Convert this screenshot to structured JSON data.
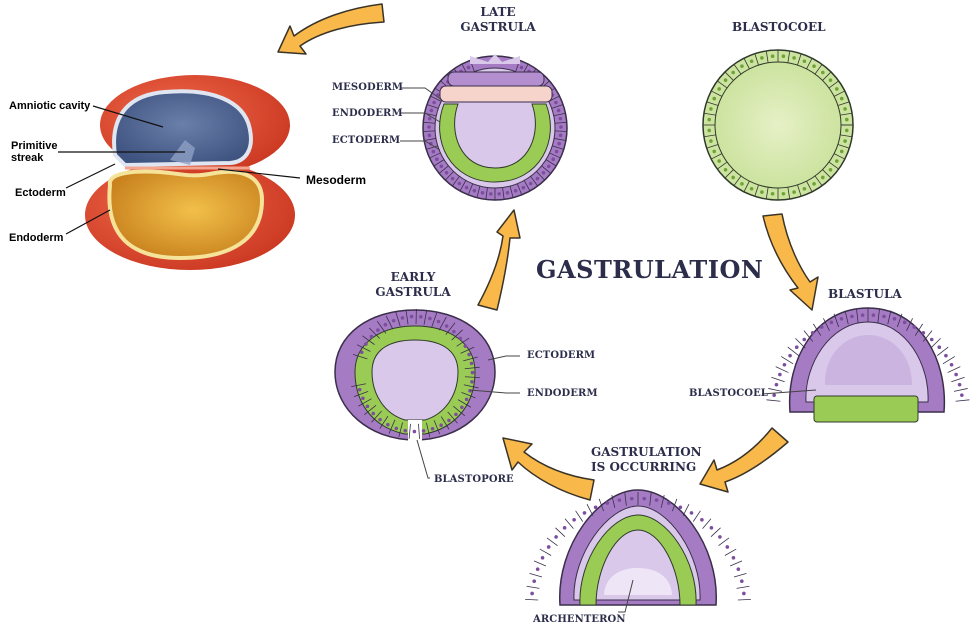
{
  "title": "GASTRULATION",
  "colors": {
    "text": "#2b2d4a",
    "arrow": "#f8b84a",
    "ectoderm_purple": "#a57cc4",
    "cavity_lilac": "#d9c8ea",
    "endoderm_green": "#9acc55",
    "mesoderm_pink": "#f7d4cb",
    "blastocoel_green": "#cde3a0",
    "embryo_red": "#e14a33",
    "amniotic_blue": "#5a6f9a",
    "yolk_orange": "#e2a22e"
  },
  "embryo": {
    "labels": {
      "amniotic_cavity": "Amniotic cavity",
      "primitive_streak_line1": "Primitive",
      "primitive_streak_line2": "streak",
      "ectoderm": "Ectoderm",
      "endoderm": "Endoderm",
      "mesoderm": "Mesoderm"
    }
  },
  "stages": {
    "blastocoel": {
      "title": "BLASTOCOEL"
    },
    "blastula": {
      "title": "BLASTULA",
      "labels": {
        "blastocoel": "BLASTOCOEL"
      }
    },
    "gastrulation_occurring": {
      "title_line1": "GASTRULATION",
      "title_line2": "IS OCCURRING",
      "labels": {
        "archenteron": "ARCHENTERON"
      }
    },
    "early_gastrula": {
      "title_line1": "EARLY",
      "title_line2": "GASTRULA",
      "labels": {
        "ectoderm": "ECTODERM",
        "endoderm": "ENDODERM",
        "blastopore": "BLASTOPORE"
      }
    },
    "late_gastrula": {
      "title_line1": "LATE",
      "title_line2": "GASTRULA",
      "labels": {
        "mesoderm": "MESODERM",
        "endoderm": "ENDODERM",
        "ectoderm": "ECTODERM"
      }
    }
  },
  "flow": [
    "blastocoel",
    "blastula",
    "gastrulation_occurring",
    "early_gastrula",
    "late_gastrula",
    "embryo"
  ]
}
